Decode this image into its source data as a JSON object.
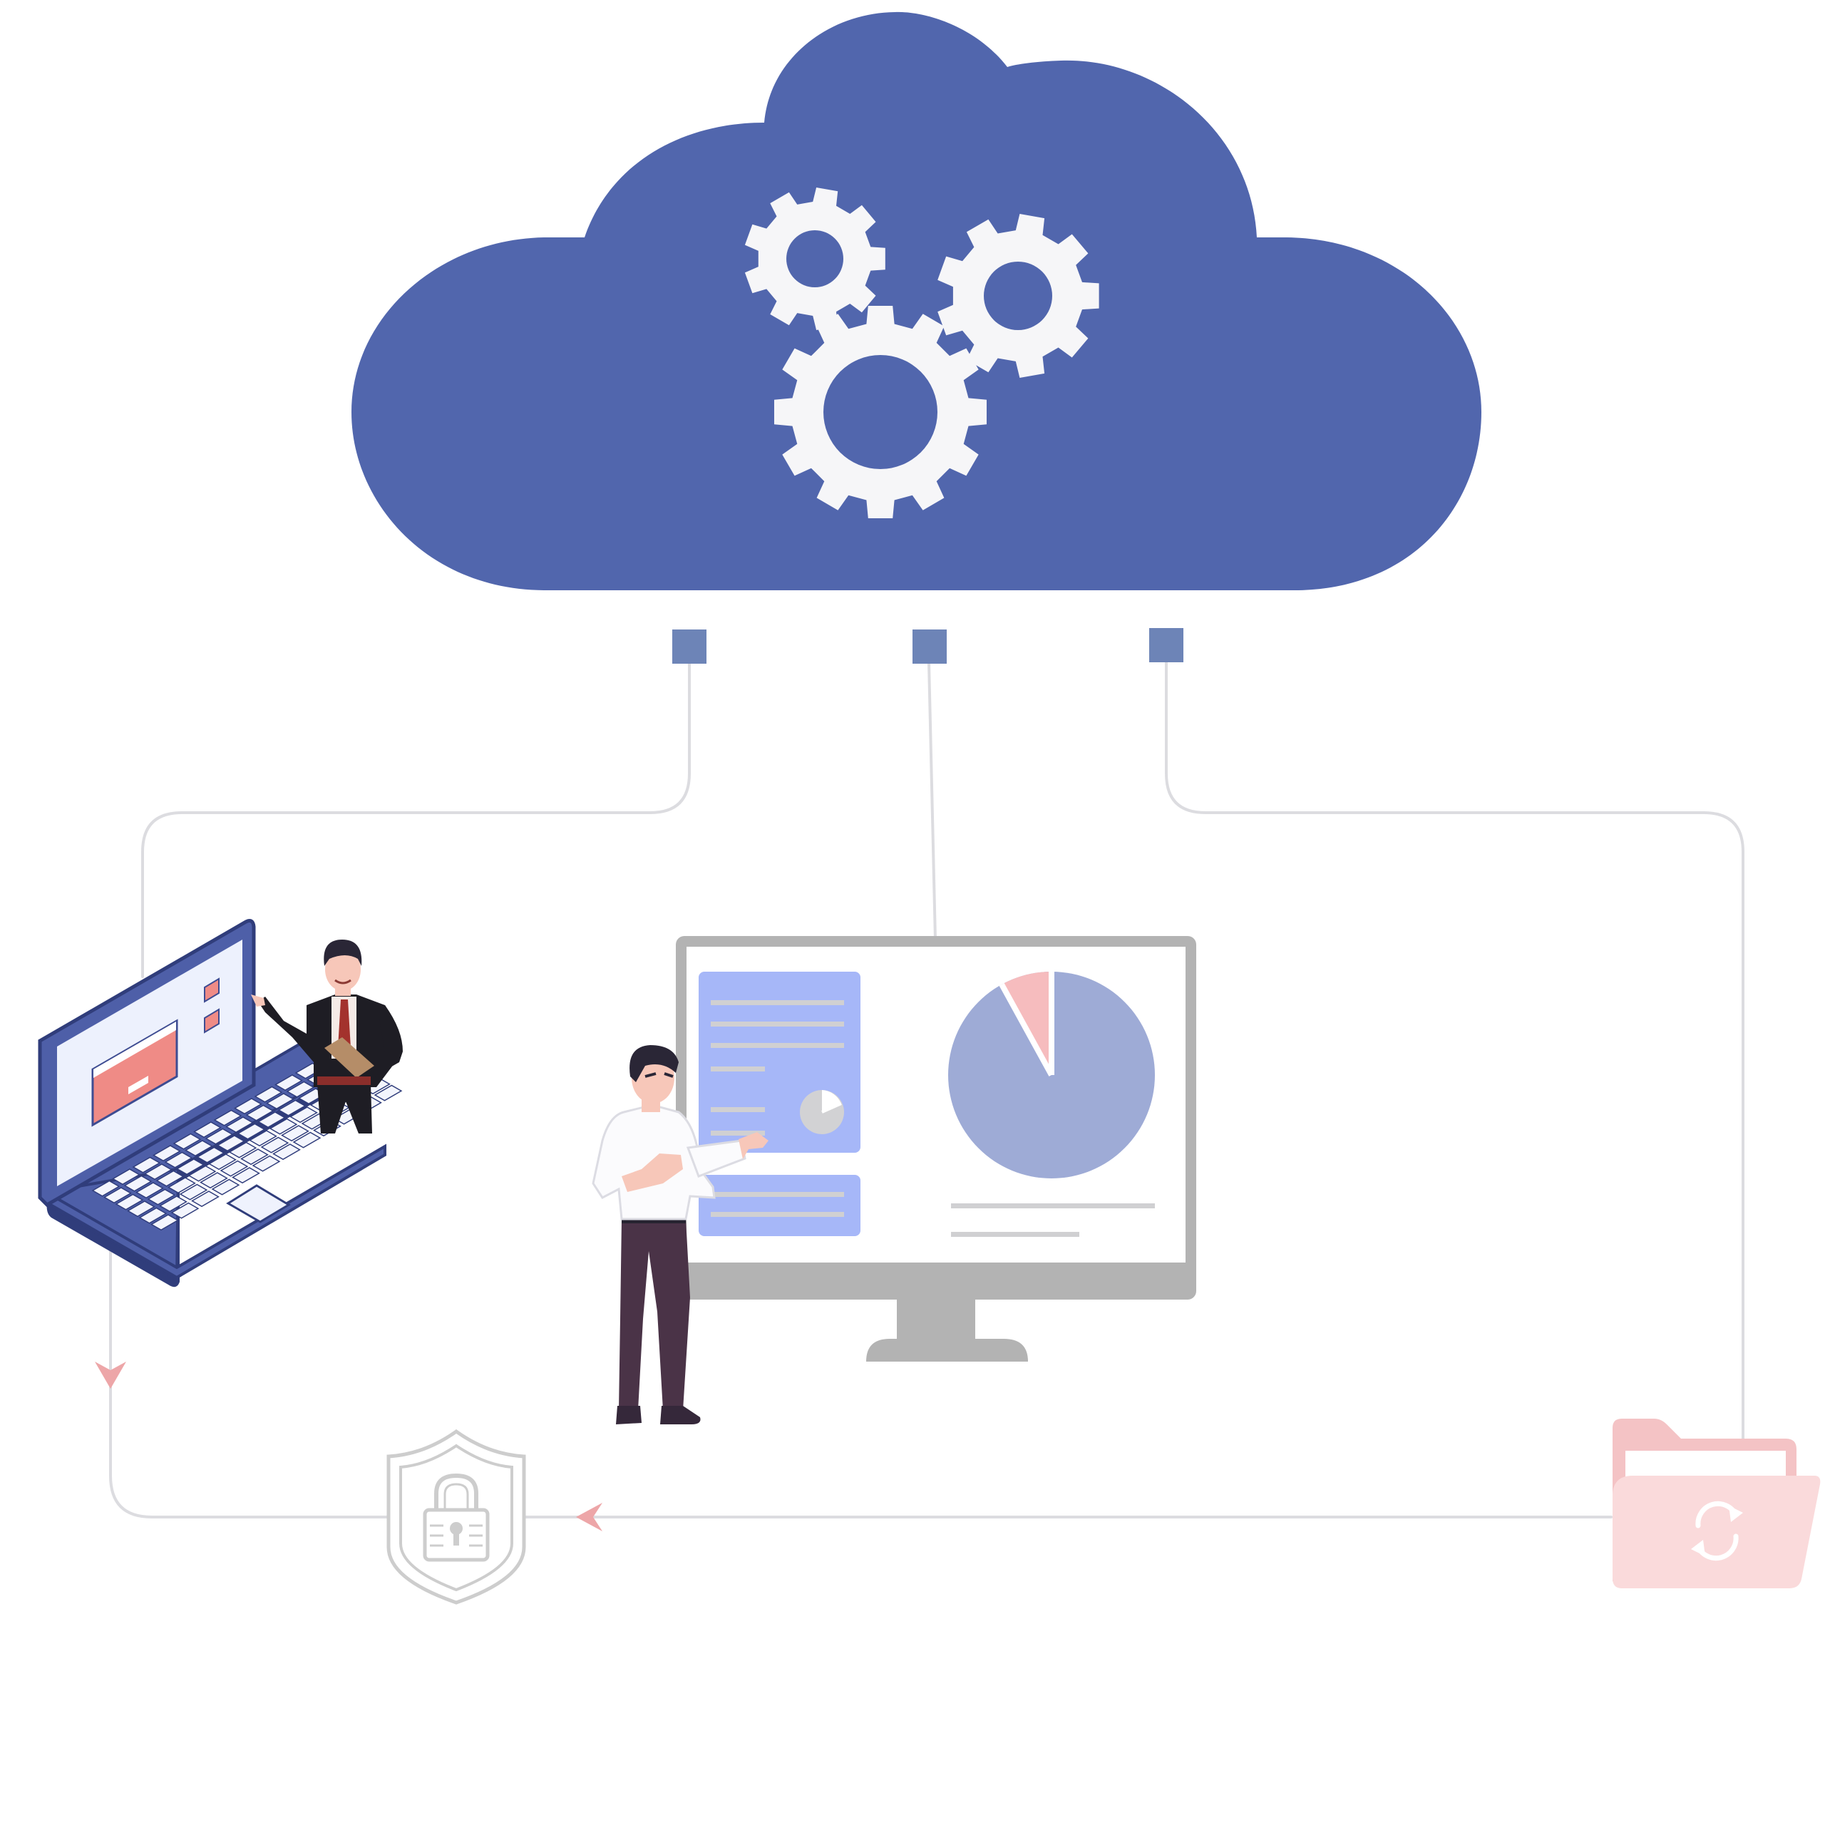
{
  "diagram": {
    "type": "cloud-architecture-illustration",
    "nodes": [
      {
        "id": "cloud",
        "icon": "cloud-gears-icon"
      },
      {
        "id": "laptop",
        "icon": "laptop-icon"
      },
      {
        "id": "dashboard",
        "icon": "monitor-dashboard-icon"
      },
      {
        "id": "security",
        "icon": "shield-lock-icon"
      },
      {
        "id": "sync-folder",
        "icon": "folder-sync-icon"
      }
    ],
    "connectors": [
      {
        "from": "cloud",
        "to": "laptop"
      },
      {
        "from": "cloud",
        "to": "dashboard"
      },
      {
        "from": "cloud",
        "to": "sync-folder"
      },
      {
        "from": "laptop",
        "to": "security"
      },
      {
        "from": "sync-folder",
        "to": "security"
      }
    ],
    "dashboard_chart": {
      "type": "pie",
      "slices": [
        0.92,
        0.08
      ]
    }
  },
  "colors": {
    "cloud": "#5166ad",
    "gear": "#f6f6f8",
    "port": "#6d84b7",
    "connector": "#dcdce0",
    "arrow": "#eda6a8",
    "laptop_body": "#4e5fa8",
    "laptop_dark": "#303d7b",
    "laptop_screen": "#edf1fd",
    "accent_red": "#ef8b86",
    "monitor_frame": "#b3b3b3",
    "panel_blue": "#a6b7f8",
    "panel_line": "#d0d0d2",
    "pie_main": "#9eabd6",
    "pie_slice": "#f6bcbe",
    "shield": "#cdcdcd",
    "folder_back": "#f4c3c5",
    "folder_front": "#fadadb",
    "pants": "#4a3347",
    "hair": "#2a2636",
    "skin": "#f7c7b9",
    "suit": "#1e1d24",
    "tie": "#a3322d",
    "clipboard": "#b58d68"
  }
}
